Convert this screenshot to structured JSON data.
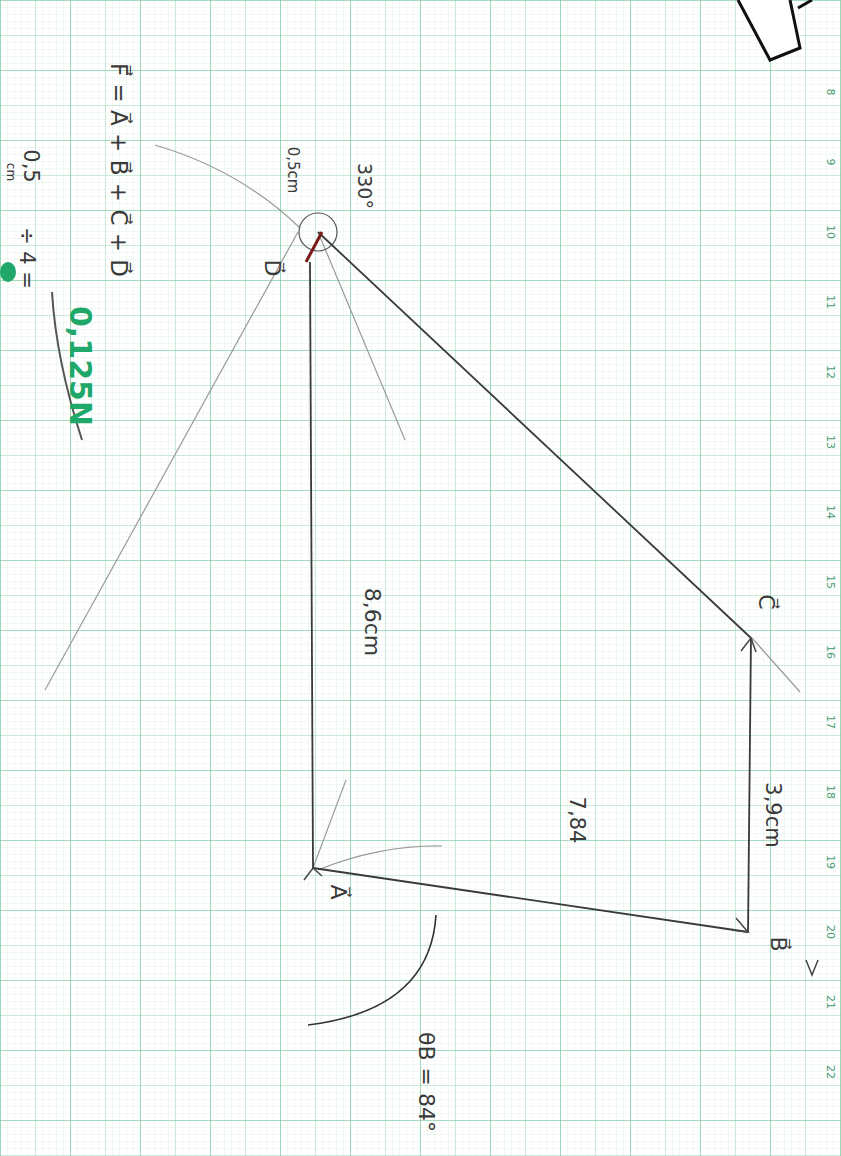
{
  "diagram": {
    "labels": [
      "F⃗ = A⃗ + B⃗ + C⃗ + D⃗",
      "0,5",
      "cm",
      "÷ 4 =",
      "0,125N",
      "0,5cm",
      "330°",
      "D⃗",
      "8,6cm",
      "C⃗",
      "3,9cm",
      "7,84",
      "A⃗",
      "B⃗",
      "θB = 84°",
      "8",
      "9",
      "10",
      "11",
      "12",
      "13",
      "14",
      "15",
      "16",
      "17",
      "18",
      "19",
      "20",
      "21",
      "22"
    ]
  }
}
